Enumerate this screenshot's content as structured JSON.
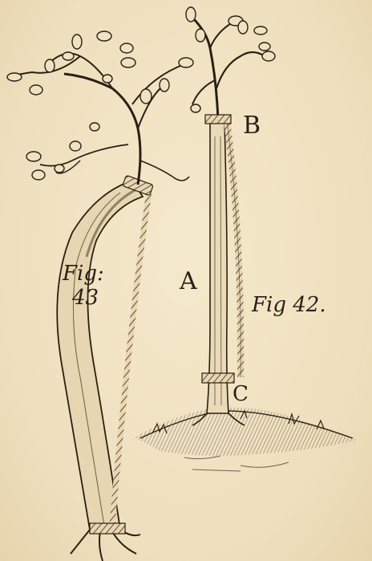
{
  "labels": {
    "b": "B",
    "a": "A",
    "c": "C",
    "fig42": "Fig 42.",
    "fig43_line1": "Fig:",
    "fig43_line2": "43"
  },
  "colors": {
    "paper": "#f1e4c4",
    "ink": "#2a1f14"
  }
}
